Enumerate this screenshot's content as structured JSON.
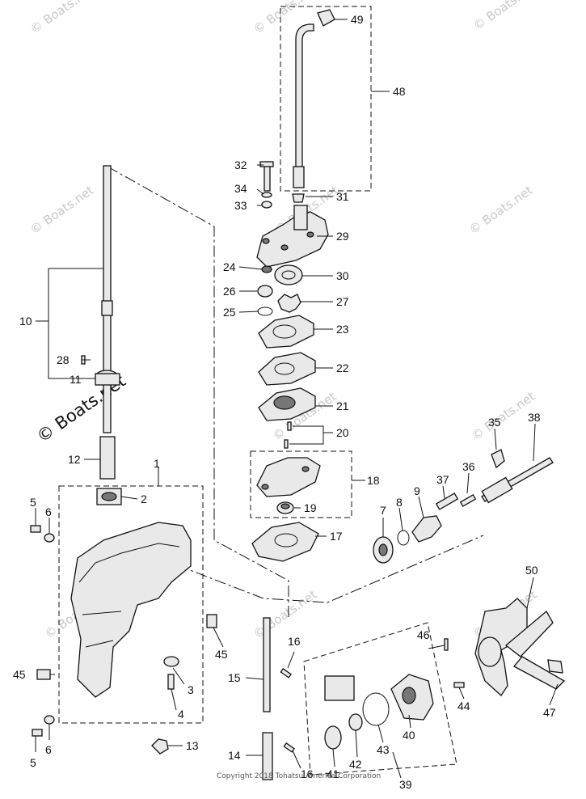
{
  "diagram": {
    "watermark": "© Boats.net",
    "copyright": "Copyright 2018 Tohatsu America Corporation",
    "callouts": [
      "1",
      "2",
      "3",
      "4",
      "5",
      "6",
      "7",
      "8",
      "9",
      "10",
      "11",
      "12",
      "13",
      "14",
      "15",
      "16",
      "17",
      "18",
      "19",
      "20",
      "21",
      "22",
      "23",
      "24",
      "25",
      "26",
      "27",
      "28",
      "29",
      "30",
      "31",
      "32",
      "33",
      "34",
      "35",
      "36",
      "37",
      "38",
      "39",
      "40",
      "41",
      "42",
      "43",
      "44",
      "45",
      "46",
      "47",
      "48",
      "49",
      "50"
    ]
  }
}
